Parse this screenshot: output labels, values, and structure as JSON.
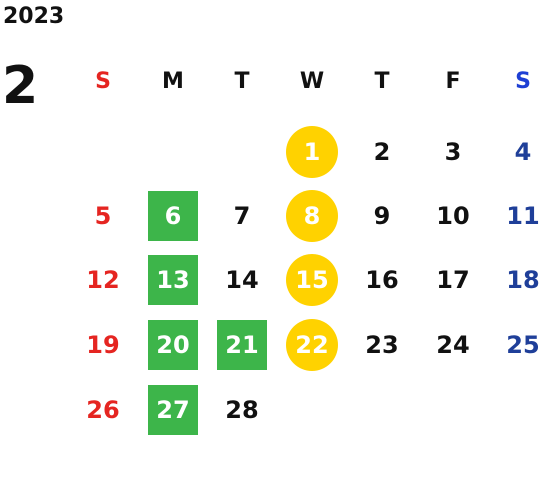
{
  "calendar": {
    "year": "2023",
    "month": "2",
    "weekdays": [
      {
        "label": "S",
        "color": "#e52521"
      },
      {
        "label": "M",
        "color": "#111111"
      },
      {
        "label": "T",
        "color": "#111111"
      },
      {
        "label": "W",
        "color": "#111111"
      },
      {
        "label": "T",
        "color": "#111111"
      },
      {
        "label": "F",
        "color": "#111111"
      },
      {
        "label": "S",
        "color": "#1e3fd4"
      }
    ],
    "weeks": [
      [
        null,
        null,
        null,
        {
          "d": "1",
          "mark": "circle"
        },
        {
          "d": "2"
        },
        {
          "d": "3"
        },
        {
          "d": "4"
        }
      ],
      [
        {
          "d": "5"
        },
        {
          "d": "6",
          "mark": "square"
        },
        {
          "d": "7"
        },
        {
          "d": "8",
          "mark": "circle"
        },
        {
          "d": "9"
        },
        {
          "d": "10"
        },
        {
          "d": "11"
        }
      ],
      [
        {
          "d": "12"
        },
        {
          "d": "13",
          "mark": "square"
        },
        {
          "d": "14"
        },
        {
          "d": "15",
          "mark": "circle"
        },
        {
          "d": "16"
        },
        {
          "d": "17"
        },
        {
          "d": "18"
        }
      ],
      [
        {
          "d": "19"
        },
        {
          "d": "20",
          "mark": "square"
        },
        {
          "d": "21",
          "mark": "square"
        },
        {
          "d": "22",
          "mark": "circle"
        },
        {
          "d": "23"
        },
        {
          "d": "24"
        },
        {
          "d": "25"
        }
      ],
      [
        {
          "d": "26"
        },
        {
          "d": "27",
          "mark": "square"
        },
        {
          "d": "28"
        },
        null,
        null,
        null,
        null
      ]
    ],
    "colors": {
      "sunday": "#e52521",
      "saturday": "#1f3f99",
      "weekday": "#111111",
      "marked_text": "#ffffff",
      "square_mark": "#3db54a",
      "circle_mark": "#ffd200"
    }
  }
}
